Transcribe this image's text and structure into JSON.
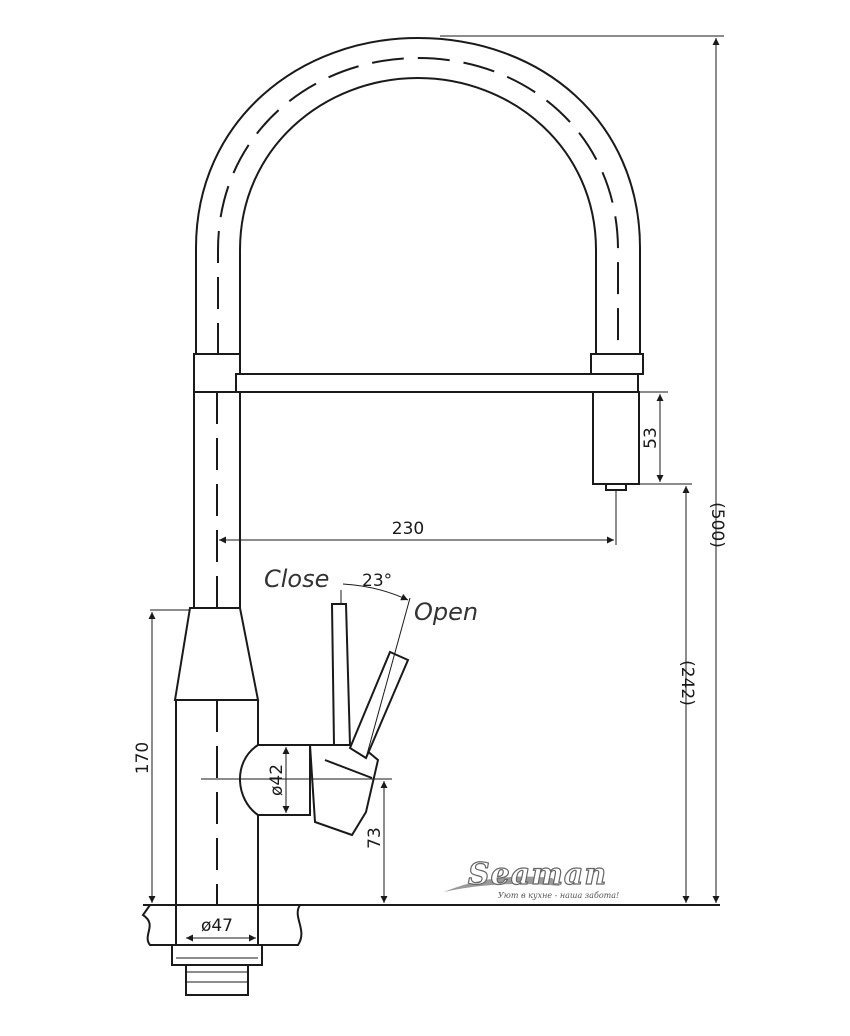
{
  "dimensions": {
    "total_height": "(500)",
    "spout_height": "(242)",
    "reach": "230",
    "spray_head_length": "53",
    "body_height": "170",
    "handle_height": "73",
    "handle_diameter": "ø42",
    "base_diameter": "ø47"
  },
  "labels": {
    "close": "Close",
    "open": "Open",
    "angle": "23°"
  },
  "logo": {
    "brand": "Seaman",
    "tagline": "Уют в кухне - наша забота!"
  }
}
